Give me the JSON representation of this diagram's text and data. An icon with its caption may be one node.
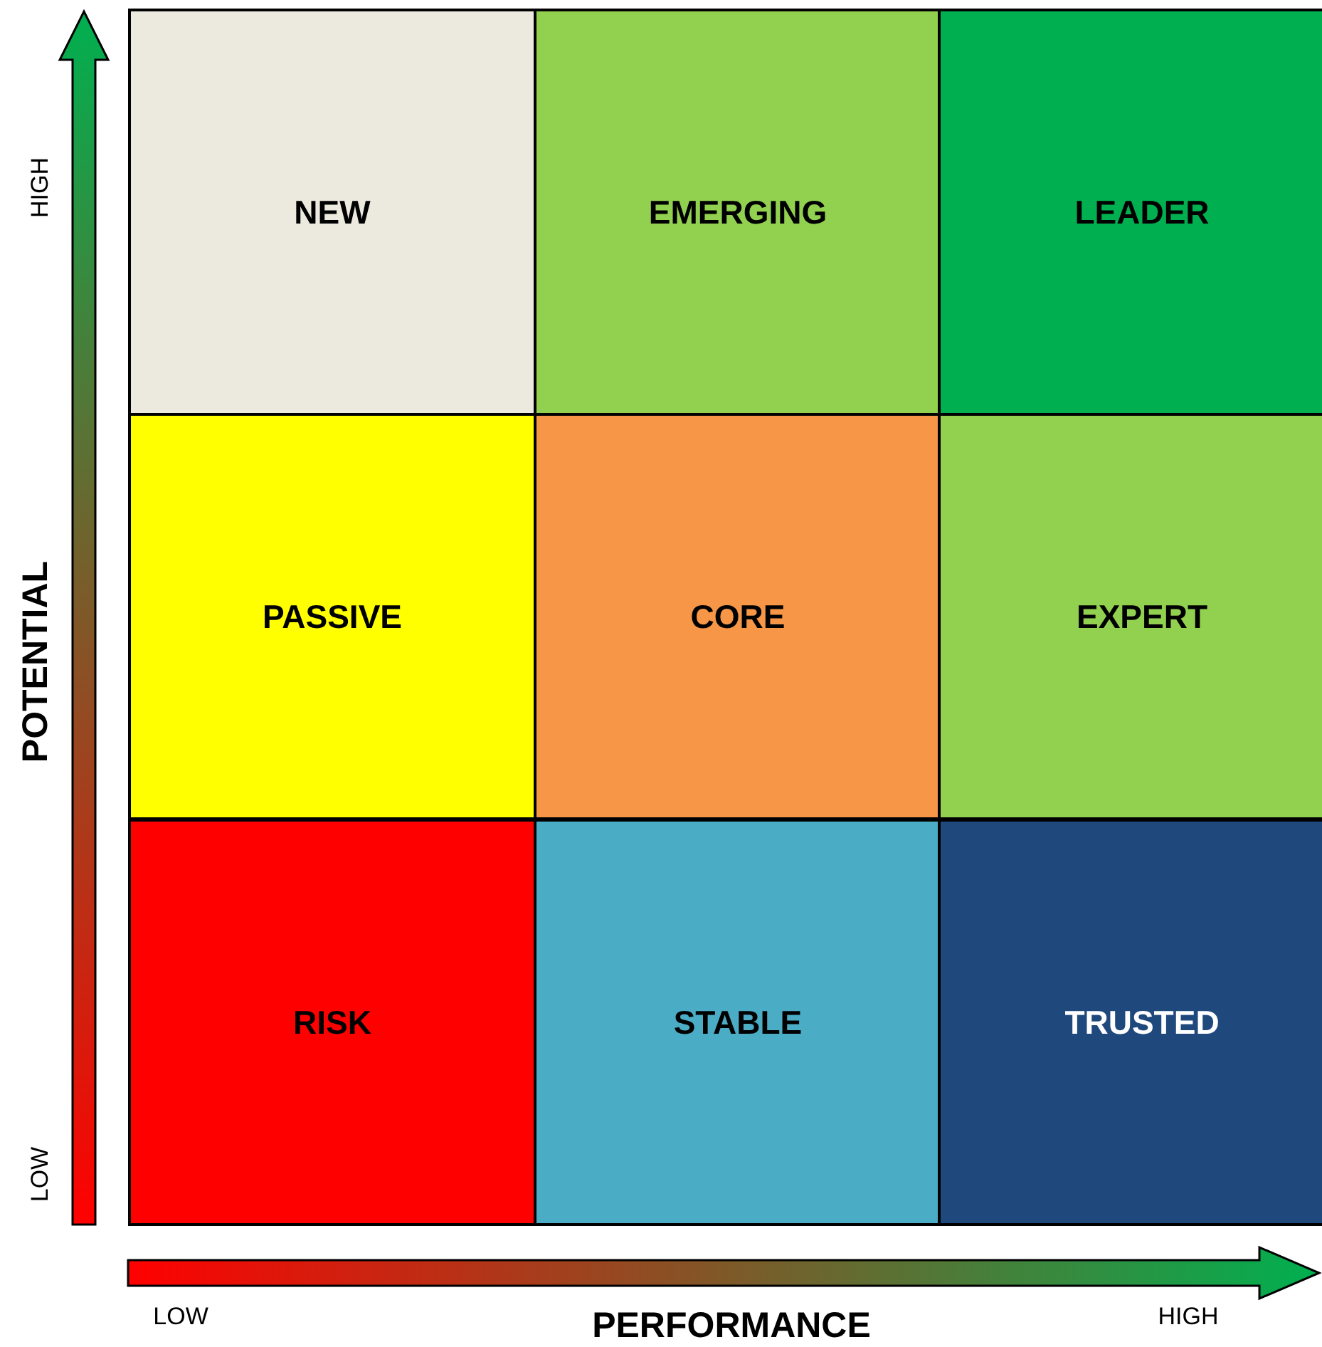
{
  "diagram": {
    "nodes": [
      {
        "text": [
          "NEW"
        ]
      },
      {
        "text": [
          "EMERGING"
        ]
      },
      {
        "text": [
          "LEADER"
        ]
      },
      {
        "text": [
          "PASSIVE"
        ]
      },
      {
        "text": [
          "CORE"
        ]
      },
      {
        "text": [
          "EXPERT"
        ]
      },
      {
        "text": [
          "RISK"
        ]
      },
      {
        "text": [
          "STABLE"
        ]
      },
      {
        "text": [
          "TRUSTED"
        ]
      }
    ],
    "labels": [
      "HIGH",
      "LOW",
      "POTENTIAL",
      "LOW",
      "PERFORMANCE",
      "HIGH"
    ]
  }
}
